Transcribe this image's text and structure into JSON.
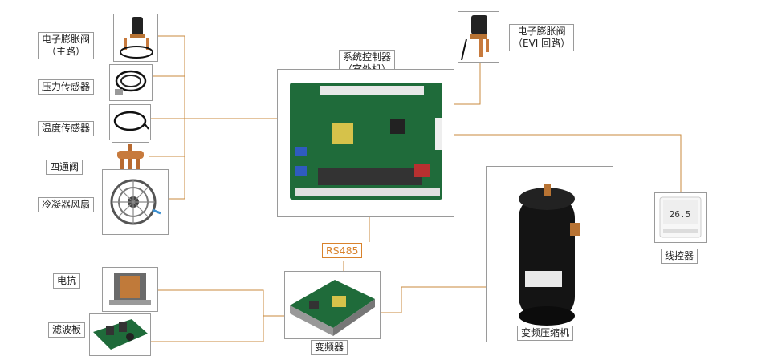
{
  "colors": {
    "wire": "#c98a3c",
    "frame": "#9a9a9a",
    "pcb_green": "#1f6b3a",
    "accent_text": "#d9822b"
  },
  "labels": {
    "eev_main": [
      "电子膨胀阀",
      "（主路）"
    ],
    "pressure_sensor": "压力传感器",
    "temp_sensor": "温度传感器",
    "four_way_valve": "四通阀",
    "condenser_fan": "冷凝器风扇",
    "reactor": "电抗",
    "filter_board": "滤波板",
    "controller": [
      "系统控制器",
      "（室外机）"
    ],
    "eev_evi": [
      "电子膨胀阀",
      "（EVI 回路）"
    ],
    "rs485": "RS485",
    "inverter": "变频器",
    "compressor": "变频压缩机",
    "wired_controller": "线控器"
  },
  "display": {
    "thermostat_reading": "26.5"
  }
}
